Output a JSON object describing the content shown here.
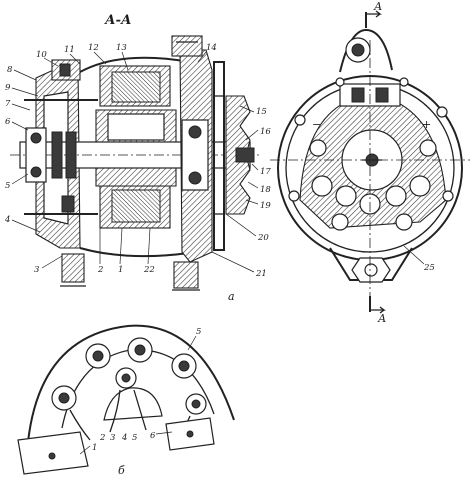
{
  "section_title": "А-А",
  "section_marker": "А",
  "view_a_letter": "а",
  "view_b_letter": "б",
  "polarity": {
    "minus": "−",
    "plus": "+"
  },
  "callouts_a": [
    "10",
    "11",
    "12",
    "13",
    "14",
    "8",
    "9",
    "7",
    "6",
    "5",
    "4",
    "3",
    "2",
    "1",
    "22",
    "21",
    "20",
    "19",
    "18",
    "17",
    "16",
    "15"
  ],
  "callout_25": "25",
  "callouts_b": [
    "1",
    "2",
    "3",
    "4",
    "5",
    "6",
    "5"
  ]
}
